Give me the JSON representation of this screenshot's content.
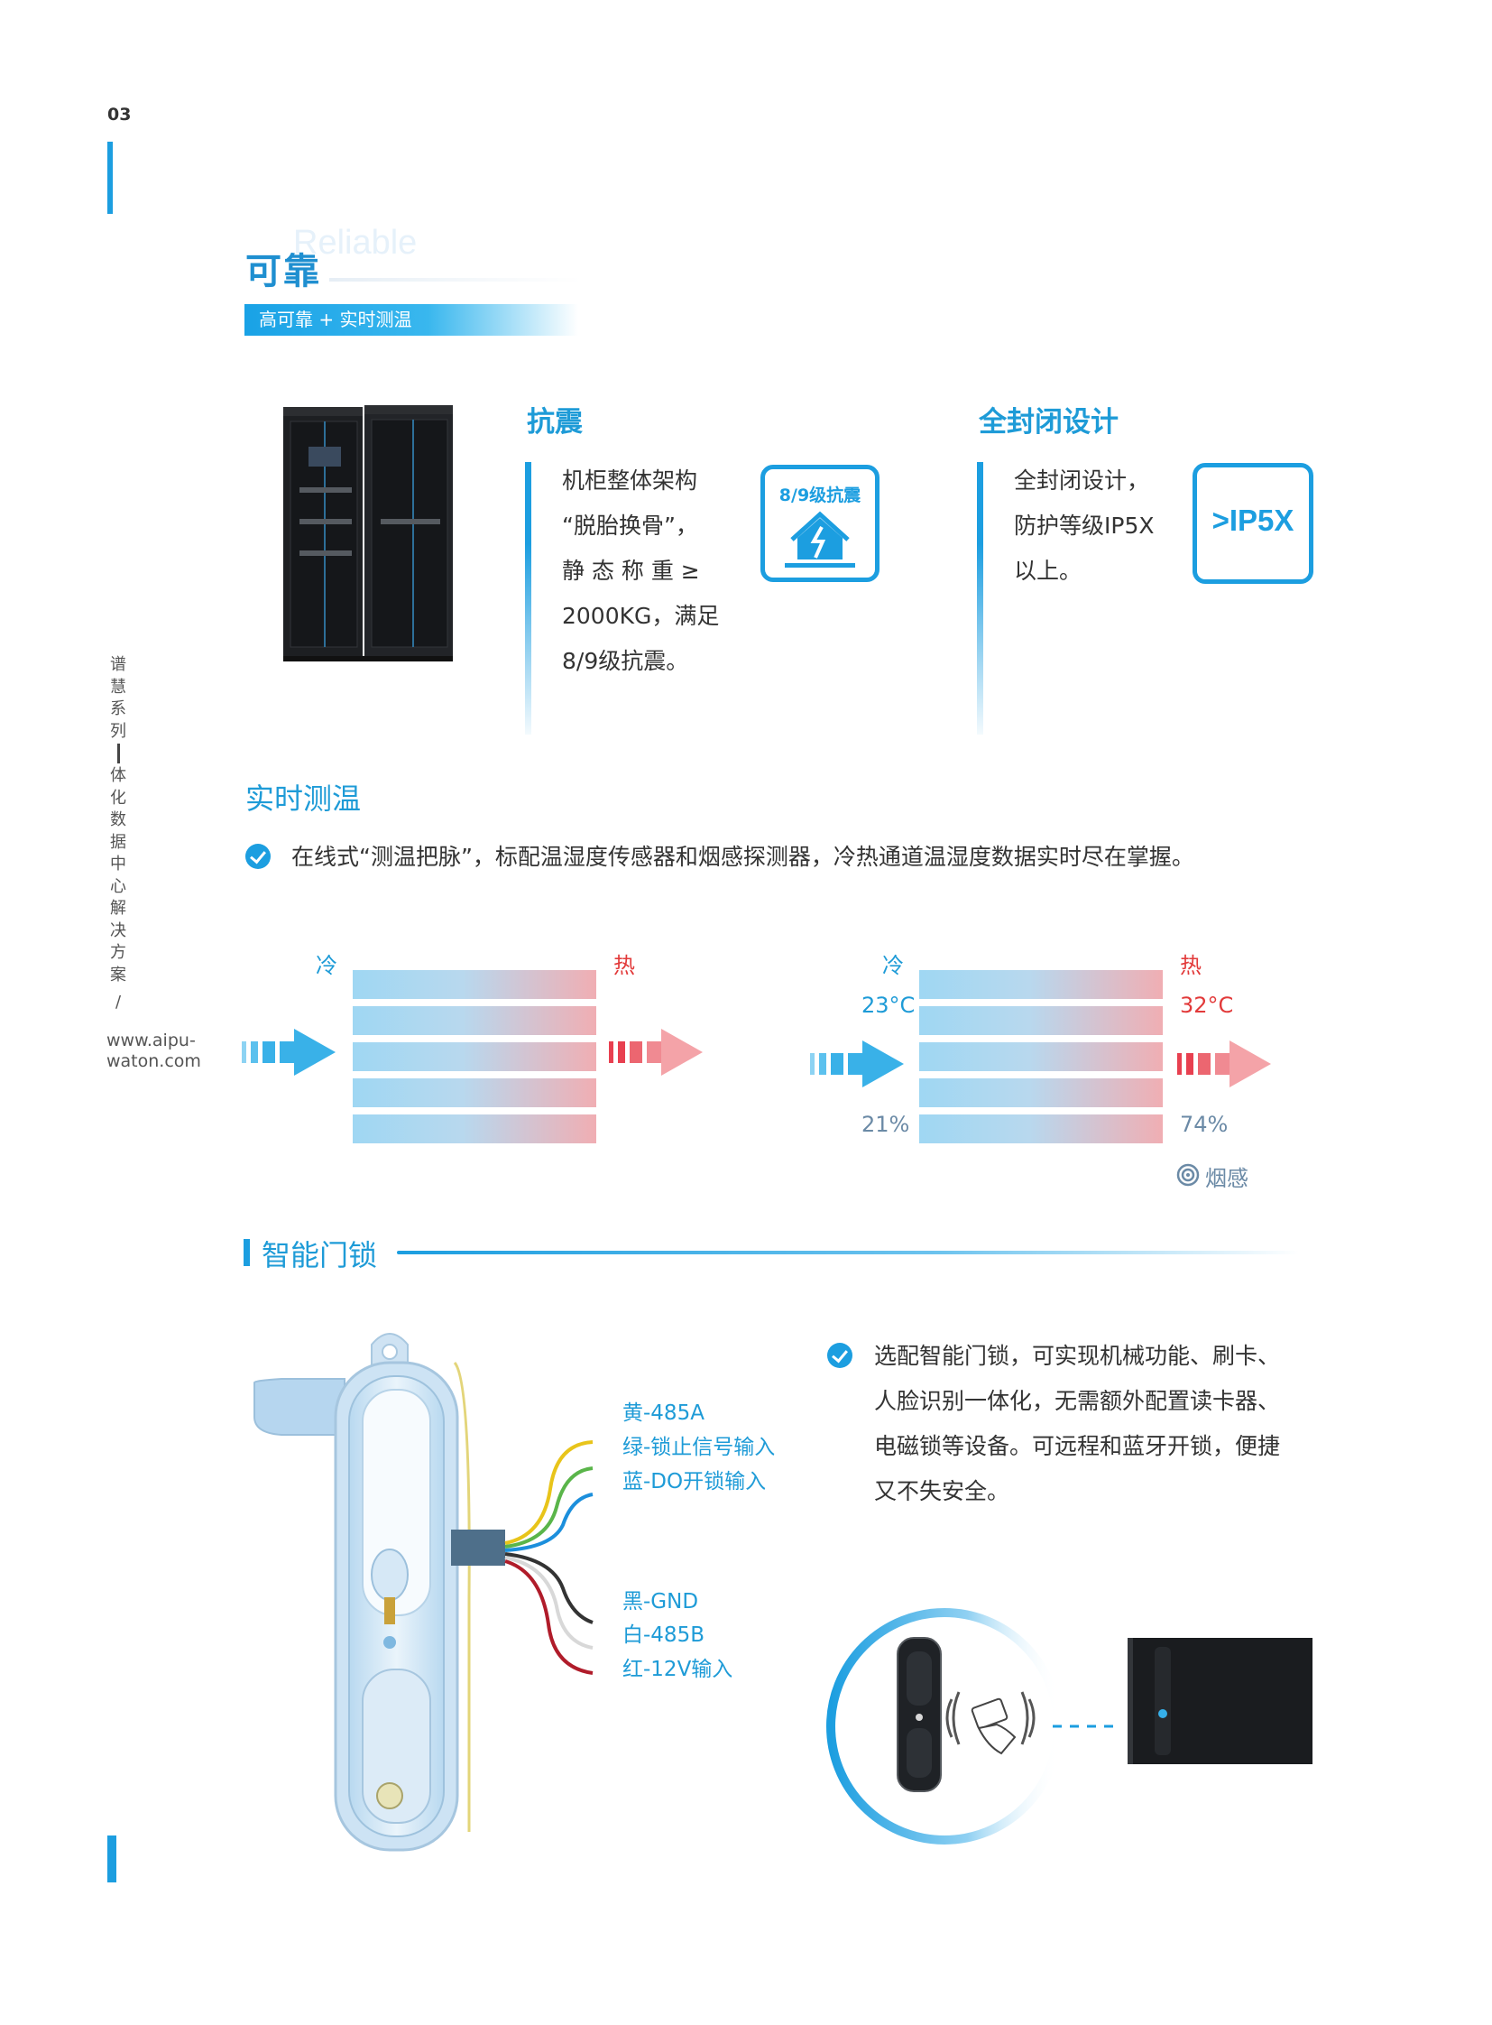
{
  "page": {
    "number": "03"
  },
  "sidebar": {
    "series": "谱慧系列",
    "product": "体化数据中心解决方案",
    "slash": "/",
    "url": "www.aipu-waton.com"
  },
  "header": {
    "title": "可靠",
    "en": "Reliable",
    "tagline": "高可靠 + 实时测温"
  },
  "shock": {
    "title": "抗震",
    "lines": [
      "机柜整体架构",
      "“脱胎换骨”，",
      "静 态 称 重 ≥",
      "2000KG，满足",
      "8/9级抗震。"
    ],
    "badge": "8/9级抗震"
  },
  "sealed": {
    "title": "全封闭设计",
    "lines": [
      "全封闭设计，",
      "防护等级IP5X",
      "以上。"
    ],
    "badge": ">IP5X"
  },
  "temp": {
    "title": "实时测温",
    "desc": "在线式“测温把脉”，标配温湿度传感器和烟感探测器，冷热通道温湿度数据实时尽在掌握。",
    "cold": "冷",
    "hot": "热",
    "cold_temp": "23°C",
    "hot_temp": "32°C",
    "cold_hum": "21%",
    "hot_hum": "74%",
    "smoke": "烟感"
  },
  "lock": {
    "title": "智能门锁",
    "wires": [
      "黄-485A",
      "绿-锁止信号输入",
      "蓝-DO开锁输入",
      "黑-GND",
      "白-485B",
      "红-12V输入"
    ],
    "colors": {
      "yellow": "#e8c41a",
      "green": "#5ab54a",
      "blue": "#1c8fdc",
      "black": "#333333",
      "white": "#d8d8d8",
      "red": "#b01c2a"
    },
    "desc_lines": [
      "选配智能门锁，可实现机械功能、刷卡、",
      "人脸识别一体化，无需额外配置读卡器、",
      "电磁锁等设备。可远程和蓝牙开锁，便捷",
      "又不失安全。"
    ]
  }
}
